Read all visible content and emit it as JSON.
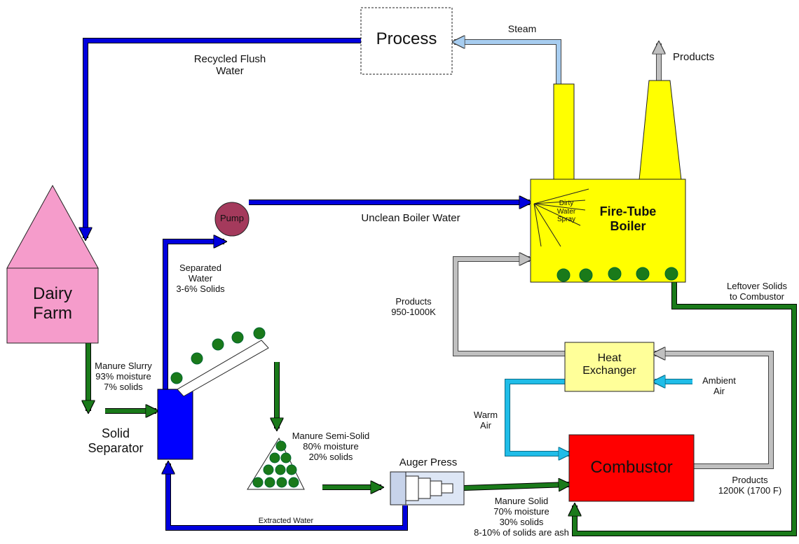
{
  "colors": {
    "flush_water": "#0000dd",
    "steam": "#a7cdf0",
    "products_gas": "#c0c0c0",
    "manure": "#1a7a1a",
    "air": "#1fbde8",
    "dairy_farm": "#f59ccb",
    "boiler": "#ffff00",
    "heat_exchanger": "#ffff99",
    "combustor": "#ff0000",
    "pump": "#a43a5c",
    "separator": "#0000ff",
    "auger": "#dde6f5"
  },
  "labels": {
    "process": "Process",
    "steam": "Steam",
    "products_top": "Products",
    "recycled_flush_water": "Recycled Flush\nWater",
    "pump": "Pump",
    "unclean_boiler_water": "Unclean Boiler Water",
    "dirty_water_spray": "Dirty\nWater\nSpray",
    "boiler": "Fire-Tube\nBoiler",
    "dairy_farm": "Dairy\nFarm",
    "separated_water": "Separated\nWater\n3-6% Solids",
    "products_950": "Products\n950-1000K",
    "leftover_solids": "Leftover Solids\nto Combustor",
    "heat_exchanger": "Heat\nExchanger",
    "ambient_air": "Ambient\nAir",
    "warm_air": "Warm\nAir",
    "combustor": "Combustor",
    "manure_slurry": "Manure Slurry\n93% moisture\n7% solids",
    "solid_separator": "Solid\nSeparator",
    "manure_semi_solid": "Manure Semi-Solid\n80% moisture\n20% solids",
    "auger_press": "Auger Press",
    "products_1200": "Products\n1200K (1700 F)",
    "extracted_water": "Extracted Water",
    "manure_solid": "Manure Solid\n70% moisture\n30% solids\n8-10% of solids are ash"
  }
}
